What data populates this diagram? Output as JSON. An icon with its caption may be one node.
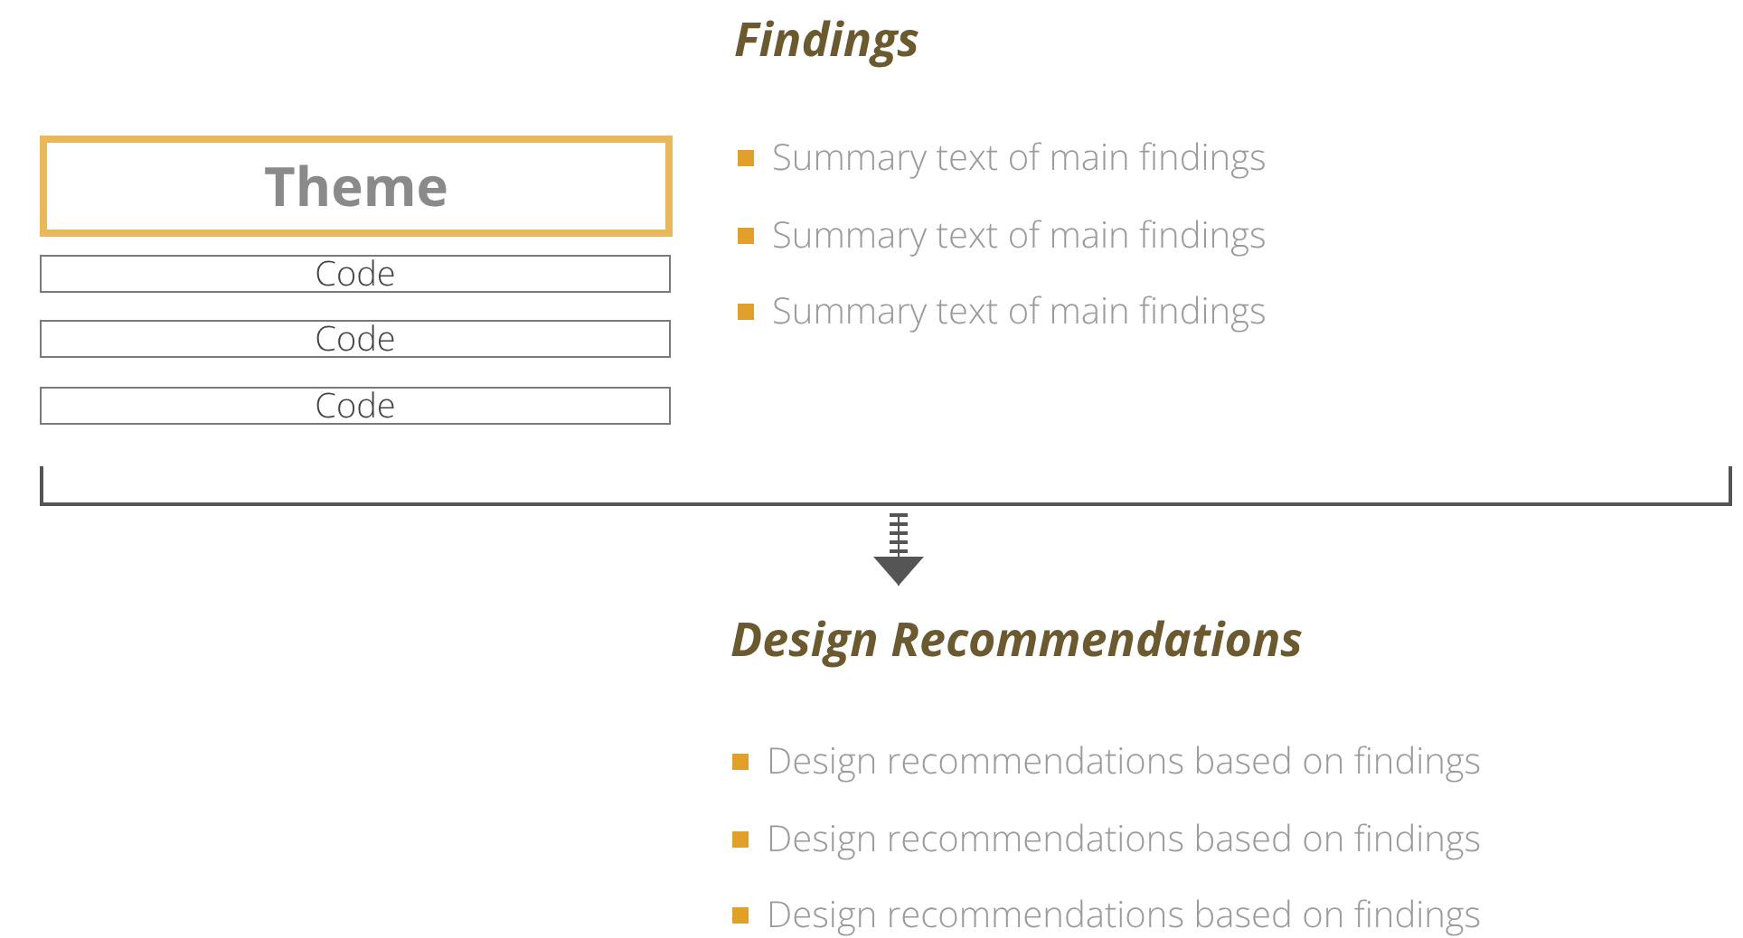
{
  "diagram": {
    "title": "Findings",
    "nodes": [
      {
        "text": [
          "Theme"
        ]
      },
      {
        "text": [
          "Code"
        ]
      },
      {
        "text": [
          "Code"
        ]
      },
      {
        "text": [
          "Code"
        ]
      },
      {
        "text": [],
        "shape": "bracket"
      },
      {
        "text": [
          "Design Recommendations"
        ]
      }
    ],
    "edges": [
      {
        "from": 4,
        "to": 5,
        "arrow": "to"
      }
    ],
    "labels": [
      "Summary text of main findings",
      "Summary text of main findings",
      "Summary text of main findings",
      "Design recommendations based on findings",
      "Design recommendations based on findings",
      "Design recommendations based on findings"
    ]
  }
}
